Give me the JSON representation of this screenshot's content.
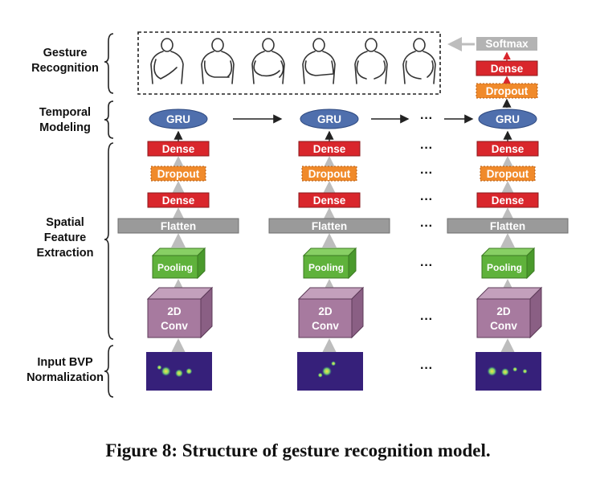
{
  "labels": {
    "gesture_recognition": [
      "Gesture",
      "Recognition"
    ],
    "temporal_modeling": [
      "Temporal",
      "Modeling"
    ],
    "spatial_feature_extraction": [
      "Spatial",
      "Feature",
      "Extraction"
    ],
    "input_bvp_normalization": [
      "Input BVP",
      "Normalization"
    ]
  },
  "blocks": {
    "gru": "GRU",
    "dense": "Dense",
    "dropout": "Dropout",
    "flatten": "Flatten",
    "pooling": "Pooling",
    "conv": [
      "2D",
      "Conv"
    ],
    "softmax": "Softmax"
  },
  "ellipsis": "···",
  "gestures": [
    "gesture-1",
    "gesture-2",
    "gesture-3",
    "gesture-4",
    "gesture-5",
    "gesture-6"
  ],
  "caption": "Figure 8: Structure of gesture recognition model.",
  "colors": {
    "gru": "#4f6fad",
    "dense": "#d9262c",
    "dropout": "#f08a2b",
    "flatten": "#9a9a9a",
    "pooling": "#5fb23b",
    "conv": "#a77a9f",
    "softmax": "#b3b3b3",
    "connector": "#c8c8c8",
    "heatmap_bg": "#36207a"
  }
}
